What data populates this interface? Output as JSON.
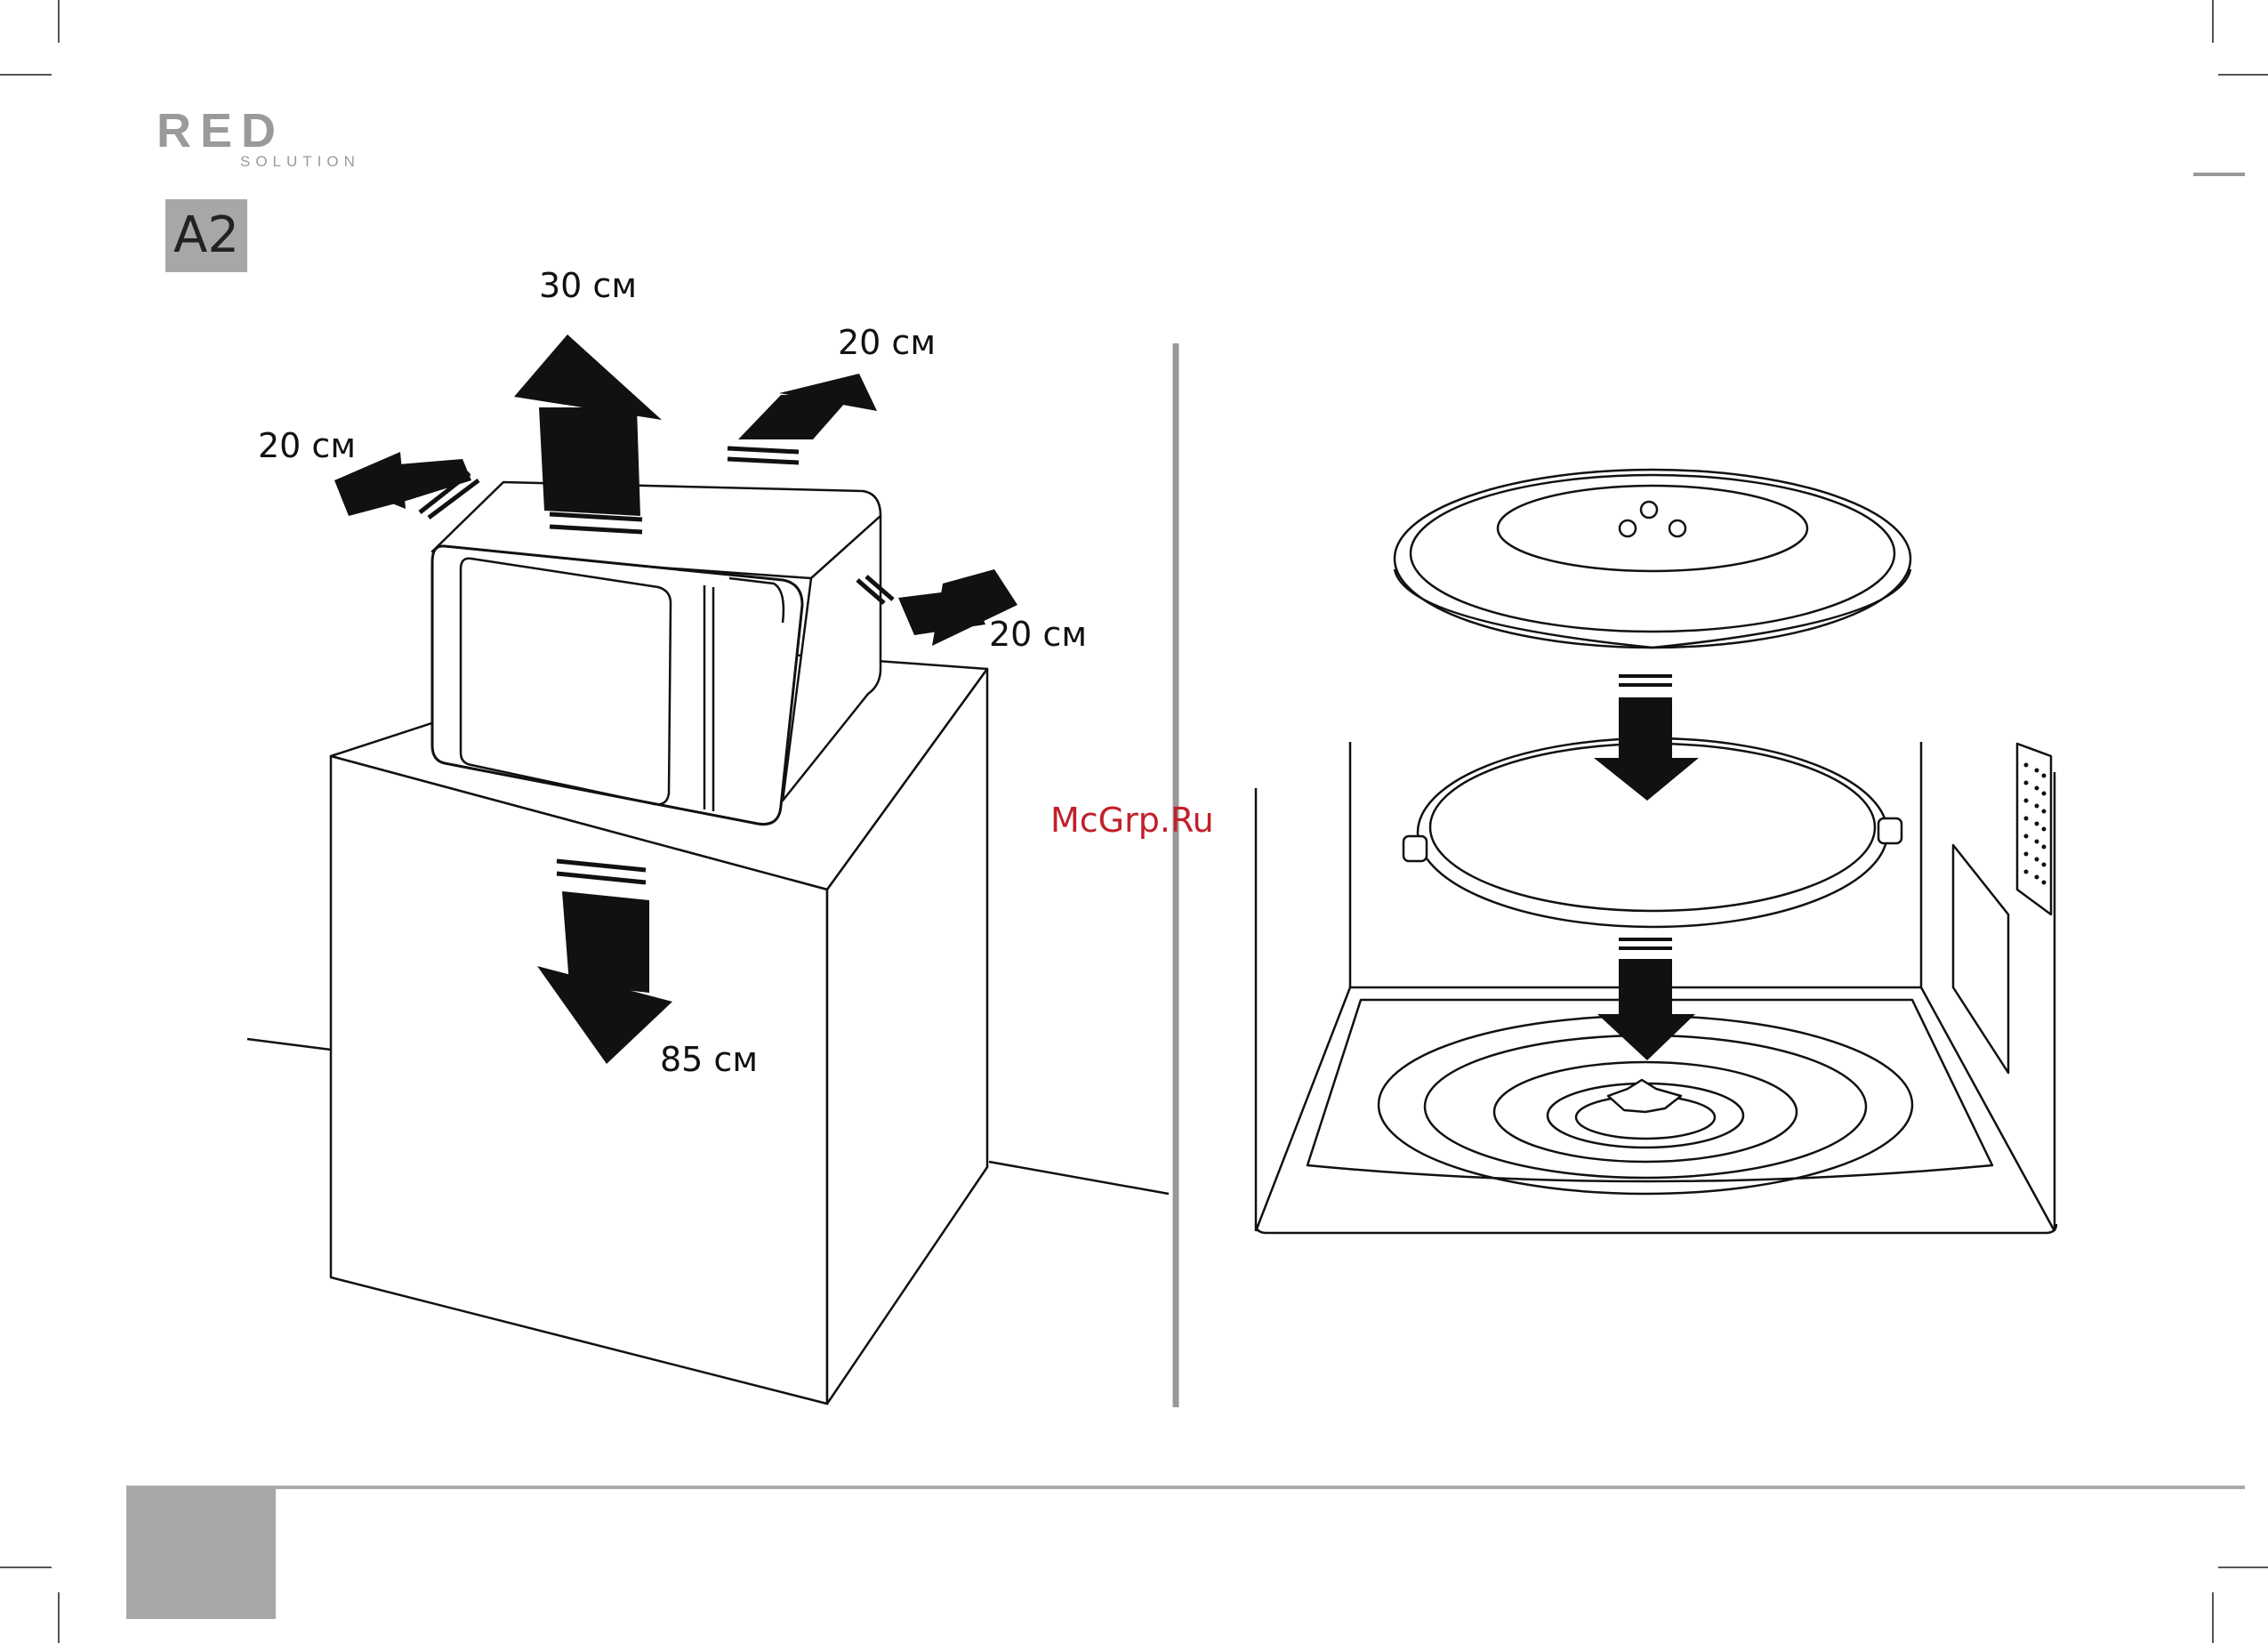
{
  "brand": {
    "name": "RED",
    "tagline": "SOLUTION"
  },
  "section_label": "A2",
  "clearances": {
    "top": "30 см",
    "left": "20 см",
    "rear": "20 см",
    "right": "20 см",
    "floor": "85 см"
  },
  "watermark": "McGrp.Ru"
}
